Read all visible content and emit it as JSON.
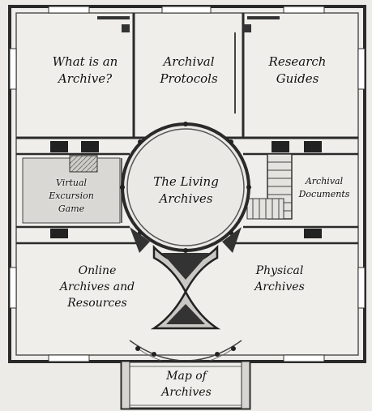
{
  "rooms": [
    {
      "id": "what-is-an-archive",
      "label": "What is an\nArchive?"
    },
    {
      "id": "archival-protocols",
      "label": "Archival\nProtocols"
    },
    {
      "id": "research-guides",
      "label": "Research\nGuides"
    },
    {
      "id": "virtual-excursion-game",
      "label": "Virtual\nExcursion\nGame"
    },
    {
      "id": "living-archives",
      "label": "The Living\nArchives"
    },
    {
      "id": "archival-documents",
      "label": "Archival\nDocuments"
    },
    {
      "id": "online-archives",
      "label": "Online\nArchives and\nResources"
    },
    {
      "id": "physical-archives",
      "label": "Physical\nArchives"
    },
    {
      "id": "map-of-archives",
      "label": "Map of\nArchives"
    }
  ]
}
